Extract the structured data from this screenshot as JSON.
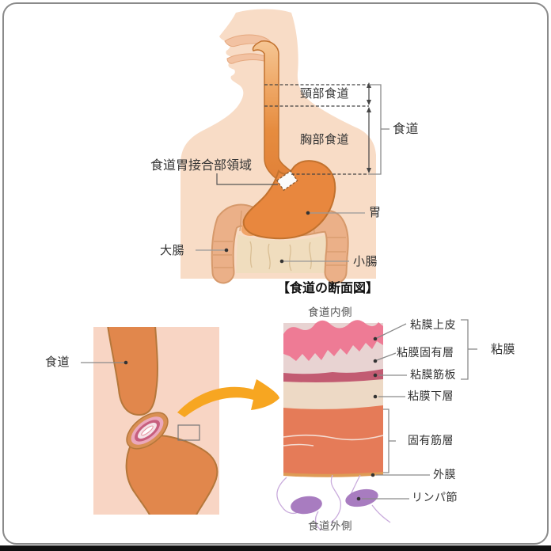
{
  "body_diagram": {
    "labels": {
      "cervical_esophagus": "頸部食道",
      "thoracic_esophagus": "胸部食道",
      "esophagus": "食道",
      "esophagogastric_junction": "食道胃接合部領域",
      "stomach": "胃",
      "large_intestine": "大腸",
      "small_intestine": "小腸"
    }
  },
  "zoom_panel": {
    "esophagus_label": "食道"
  },
  "cross_section": {
    "title": "【食道の断面図】",
    "inner_side": "食道内側",
    "outer_side": "食道外側",
    "mucosa_group": "粘膜",
    "labels": {
      "epithelium": "粘膜上皮",
      "lamina_propria": "粘膜固有層",
      "muscularis_mucosae": "粘膜筋板",
      "submucosa": "粘膜下層",
      "muscularis_propria": "固有筋層",
      "adventitia": "外膜",
      "lymph_node": "リンパ節"
    }
  },
  "colors": {
    "skin": "#F8DCC6",
    "face_detail": "#F2C2A2",
    "esophagus_orange": "#E68C3F",
    "stomach_orange": "#E8873E",
    "organ_outline": "#C2722E",
    "colon": "#EBB088",
    "colon_outline": "#D6996B",
    "small_intestine": "#F0DDBE",
    "panel_pink": "#F8D5C4",
    "layer_epithelium": "#EE7B95",
    "layer_lamina": "#E8D3D2",
    "layer_musc_mucosae": "#C25B72",
    "layer_submucosa": "#EDD9C5",
    "layer_musc_propria": "#E57B58",
    "layer_adventitia": "#DE9B55",
    "lymph_purple": "#A87CC0",
    "arrow_orange": "#F7A621",
    "text": "#333333",
    "leader_gray": "#8a8a8a"
  }
}
